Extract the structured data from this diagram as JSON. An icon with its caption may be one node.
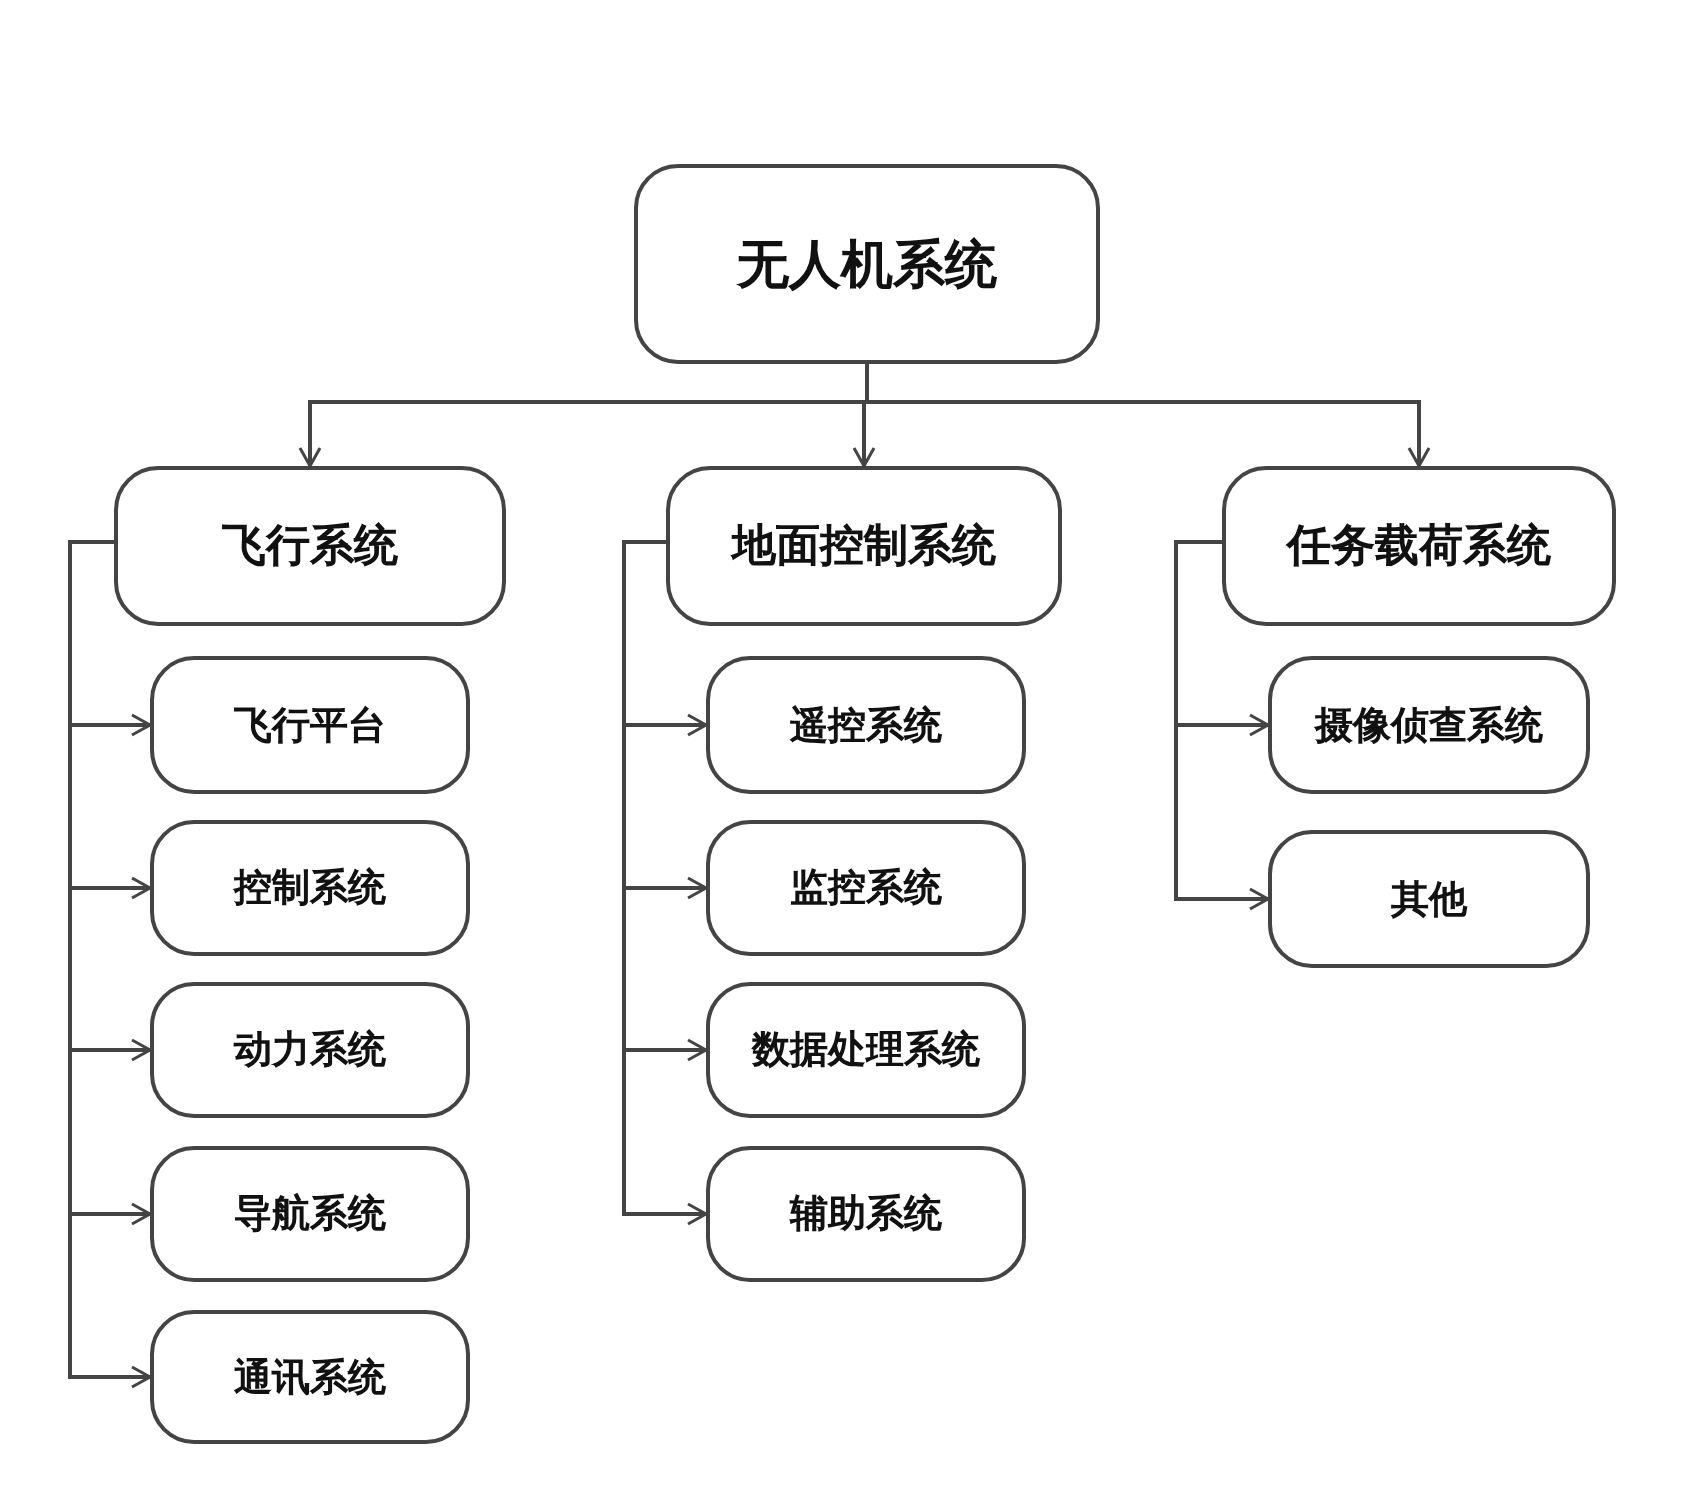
{
  "diagram": {
    "nodes": [
      {
        "text": [
          "无人机系统"
        ]
      },
      {
        "text": [
          "飞行系统"
        ]
      },
      {
        "text": [
          "地面控制系统"
        ]
      },
      {
        "text": [
          "任务载荷系统"
        ]
      },
      {
        "text": [
          "飞行平台"
        ]
      },
      {
        "text": [
          "控制系统"
        ]
      },
      {
        "text": [
          "动力系统"
        ]
      },
      {
        "text": [
          "导航系统"
        ]
      },
      {
        "text": [
          "通讯系统"
        ]
      },
      {
        "text": [
          "遥控系统"
        ]
      },
      {
        "text": [
          "监控系统"
        ]
      },
      {
        "text": [
          "数据处理系统"
        ]
      },
      {
        "text": [
          "辅助系统"
        ]
      },
      {
        "text": [
          "摄像侦查系统"
        ]
      },
      {
        "text": [
          "其他"
        ]
      }
    ],
    "edges": [
      {
        "from": 0,
        "to": 1,
        "arrow": "to"
      },
      {
        "from": 0,
        "to": 2,
        "arrow": "to"
      },
      {
        "from": 0,
        "to": 3,
        "arrow": "to"
      },
      {
        "from": 1,
        "to": 4,
        "arrow": "to"
      },
      {
        "from": 1,
        "to": 5,
        "arrow": "to"
      },
      {
        "from": 1,
        "to": 6,
        "arrow": "to"
      },
      {
        "from": 1,
        "to": 7,
        "arrow": "to"
      },
      {
        "from": 1,
        "to": 8,
        "arrow": "to"
      },
      {
        "from": 2,
        "to": 9,
        "arrow": "to"
      },
      {
        "from": 2,
        "to": 10,
        "arrow": "to"
      },
      {
        "from": 2,
        "to": 11,
        "arrow": "to"
      },
      {
        "from": 2,
        "to": 12,
        "arrow": "to"
      },
      {
        "from": 3,
        "to": 13,
        "arrow": "to"
      },
      {
        "from": 3,
        "to": 14,
        "arrow": "to"
      }
    ]
  }
}
